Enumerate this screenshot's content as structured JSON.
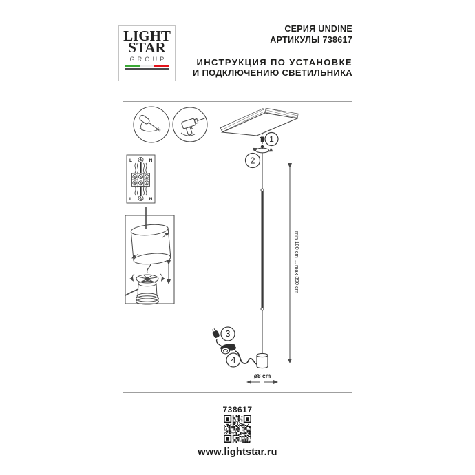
{
  "header": {
    "logo": {
      "line1": "LIGHT",
      "line2": "STAR",
      "line3": "GROUP"
    },
    "series_label": "СЕРИЯ UNDINE",
    "articles_label": "АРТИКУЛЫ 738617",
    "instruction_line1": "ИНСТРУКЦИЯ ПО УСТАНОВКЕ",
    "instruction_line2": "И ПОДКЛЮЧЕНИЮ СВЕТИЛЬНИКА"
  },
  "diagram": {
    "callouts": [
      "1",
      "2",
      "3",
      "4"
    ],
    "wiring": {
      "top_left": "L",
      "top_right": "N",
      "bottom_left": "L",
      "bottom_right": "N"
    },
    "dimension_height": "min 100 cm ... max 390 cm",
    "dimension_diameter": "ø8 cm"
  },
  "footer": {
    "article_number": "738617",
    "website": "www.lightstar.ru"
  },
  "colors": {
    "line": "#4a4a4a",
    "dark": "#2f2f2f",
    "flag_green": "#3aa935",
    "flag_red": "#e3121a"
  }
}
